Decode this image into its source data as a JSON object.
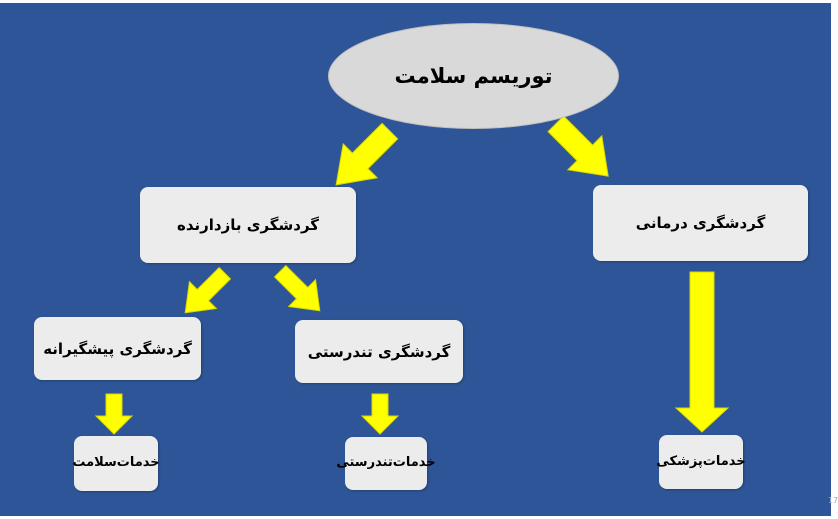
{
  "diagram": {
    "root": "توریسم سلامت",
    "left_branch": "گردشگری بازدارنده",
    "right_branch": "گردشگری درمانی",
    "preventive": "گردشگری پیشگیرانه",
    "wellness": "گردشگری تندرستی",
    "health_services": {
      "line1": "خدمات",
      "line2": "سلامت"
    },
    "wellness_services": {
      "line1": "خدمات",
      "line2": "تندرستی"
    },
    "medical_services": {
      "line1": "خدمات",
      "line2": "پزشکی"
    }
  },
  "colors": {
    "background": "#2e5597",
    "box": "#ececec",
    "ellipse": "#d9d9d9",
    "arrow": "#ffff00"
  },
  "page_number": "17"
}
